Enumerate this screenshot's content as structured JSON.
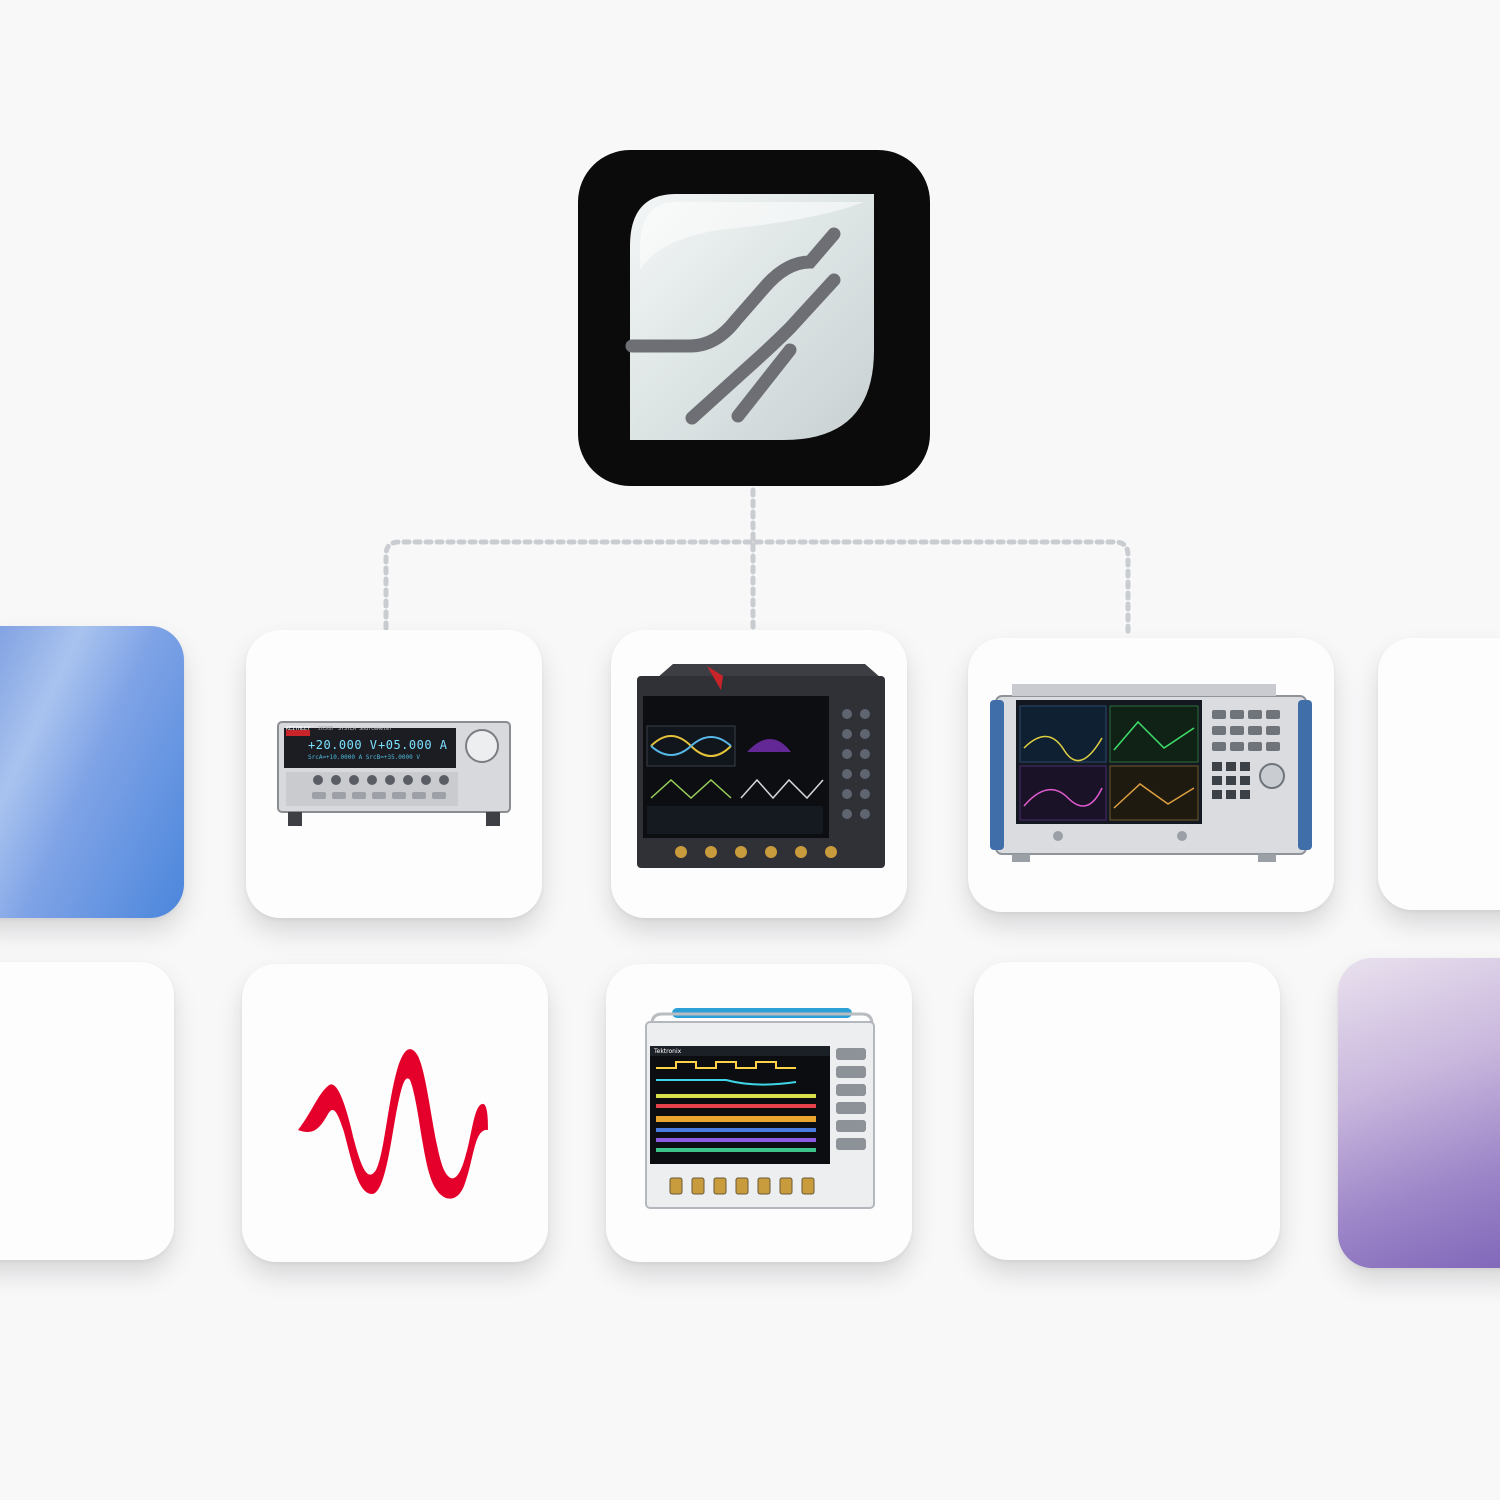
{
  "hub": {
    "icon": "lab-automation-hub-logo-icon"
  },
  "instruments": [
    {
      "icon": "source-measure-unit-icon",
      "brand": "KEITHLEY",
      "model": "2636B",
      "series": "SYSTEM SourceMeter",
      "reading_voltage": "+20.000 V",
      "reading_current": "+05.000 A",
      "sub_readings": "SrcA=+10.0000 A   SrcB=+35.0000 V"
    },
    {
      "icon": "high-performance-oscilloscope-icon"
    },
    {
      "icon": "vector-network-analyzer-icon"
    },
    {
      "icon": "keysight-waveform-logo-icon"
    },
    {
      "icon": "mixed-signal-oscilloscope-icon",
      "brand": "Tektronix"
    }
  ],
  "colors": {
    "background": "#f8f8f9",
    "hub_frame": "#0b0b0b",
    "connector": "#c9ccd1",
    "keysight_red": "#e4002b",
    "tile_blue": "#6f92dc",
    "tile_purple": "#9d86c8"
  }
}
